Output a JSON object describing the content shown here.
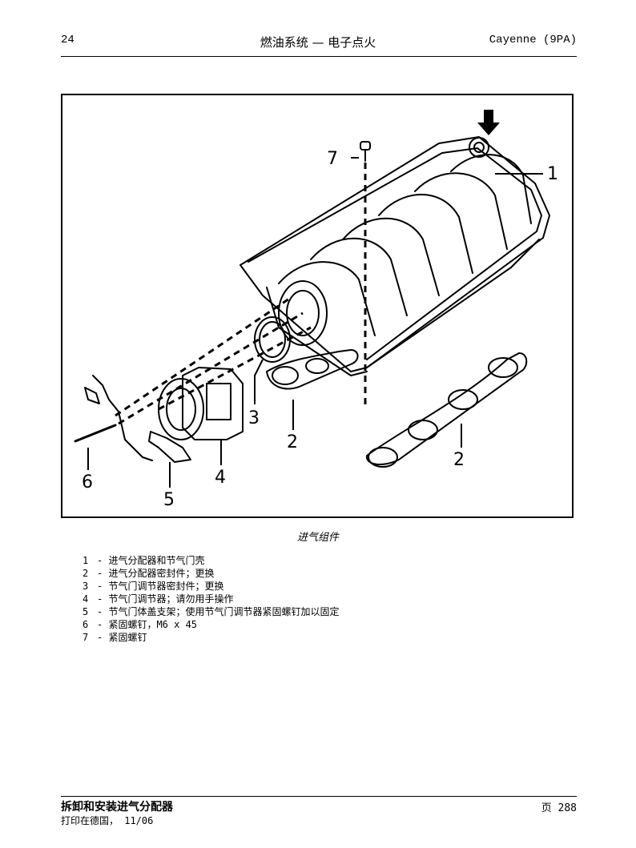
{
  "header": {
    "page_number": "24",
    "section_title": "燃油系统 — 电子点火",
    "model": "Cayenne (9PA)"
  },
  "figure": {
    "callouts": [
      "1",
      "2",
      "2",
      "3",
      "4",
      "5",
      "6",
      "7"
    ],
    "caption": "进气组件"
  },
  "legend": [
    {
      "num": "1",
      "text": "- 进气分配器和节气门壳"
    },
    {
      "num": "2",
      "text": "- 进气分配器密封件；更换"
    },
    {
      "num": "3",
      "text": "- 节气门调节器密封件；更换"
    },
    {
      "num": "4",
      "text": "- 节气门调节器；请勿用手操作"
    },
    {
      "num": "5",
      "text": "- 节气门体盖支架；使用节气门调节器紧固螺钉加以固定"
    },
    {
      "num": "6",
      "text": "- 紧固螺钉，M6 x 45"
    },
    {
      "num": "7",
      "text": "- 紧固螺钉"
    }
  ],
  "footer": {
    "title": "拆卸和安装进气分配器",
    "print_info": "打印在德国， 11/06",
    "page_label": "页 288"
  }
}
